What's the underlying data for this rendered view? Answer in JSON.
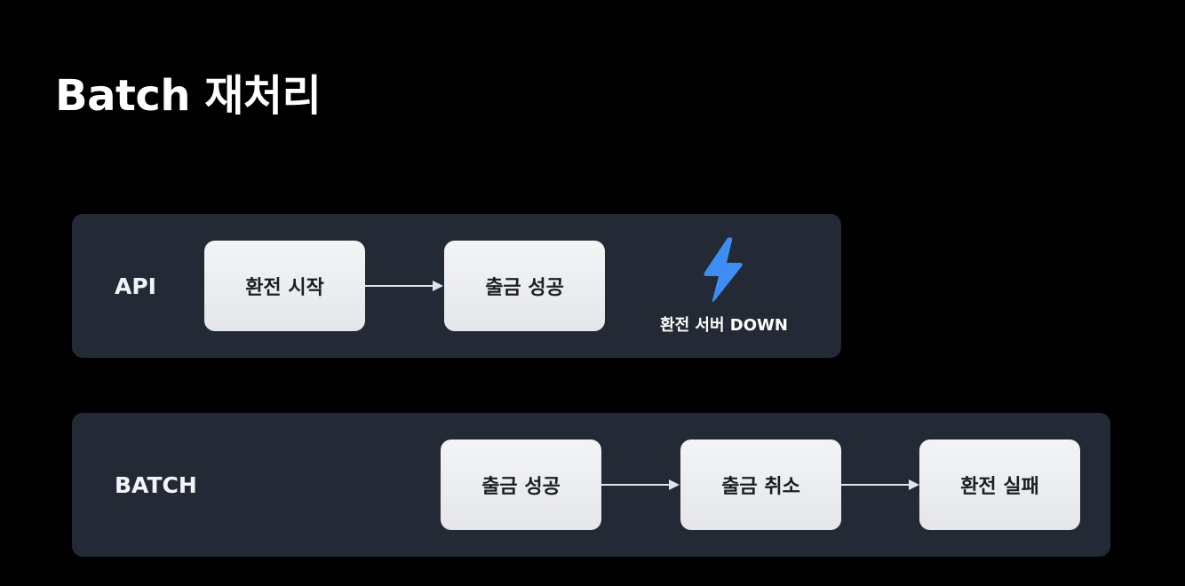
{
  "title": "Batch 재처리",
  "colors": {
    "background": "#000000",
    "lane": "#232935",
    "box": "#eceef1",
    "arrow": "#dfe3ea",
    "bolt": "#3d8df5"
  },
  "lanes": {
    "api": {
      "label": "API",
      "steps": [
        "환전 시작",
        "출금 성공"
      ],
      "failure": {
        "icon": "lightning-bolt-icon",
        "label": "환전 서버 DOWN"
      }
    },
    "batch": {
      "label": "BATCH",
      "steps": [
        "출금 성공",
        "출금 취소",
        "환전 실패"
      ]
    }
  }
}
